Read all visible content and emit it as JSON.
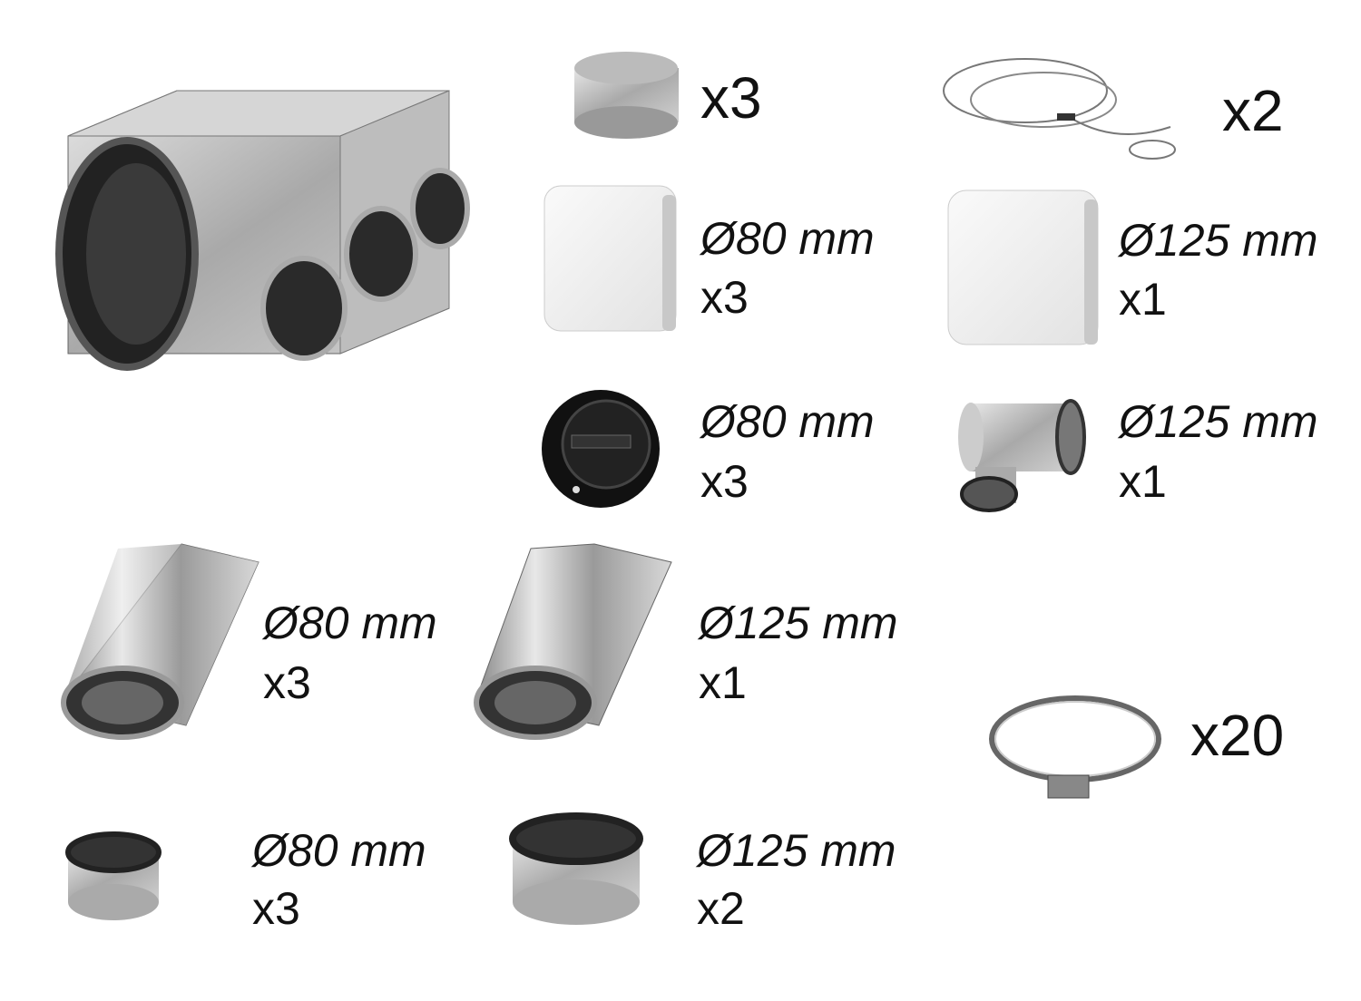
{
  "items": [
    {
      "name": "end-cap",
      "qty": "x3"
    },
    {
      "name": "suspension-wire",
      "qty": "x2"
    },
    {
      "name": "grille-small",
      "size": "Ø80 mm",
      "qty": "x3"
    },
    {
      "name": "grille-large",
      "size": "Ø125 mm",
      "qty": "x1"
    },
    {
      "name": "damper",
      "size": "Ø80 mm",
      "qty": "x3"
    },
    {
      "name": "tee",
      "size": "Ø125 mm",
      "qty": "x1"
    },
    {
      "name": "flex-duct-small",
      "size": "Ø80 mm",
      "qty": "x3"
    },
    {
      "name": "flex-duct-large",
      "size": "Ø125 mm",
      "qty": "x1"
    },
    {
      "name": "hose-clamp",
      "qty": "x20"
    },
    {
      "name": "coupler-small",
      "size": "Ø80 mm",
      "qty": "x3"
    },
    {
      "name": "coupler-large",
      "size": "Ø125 mm",
      "qty": "x2"
    }
  ]
}
